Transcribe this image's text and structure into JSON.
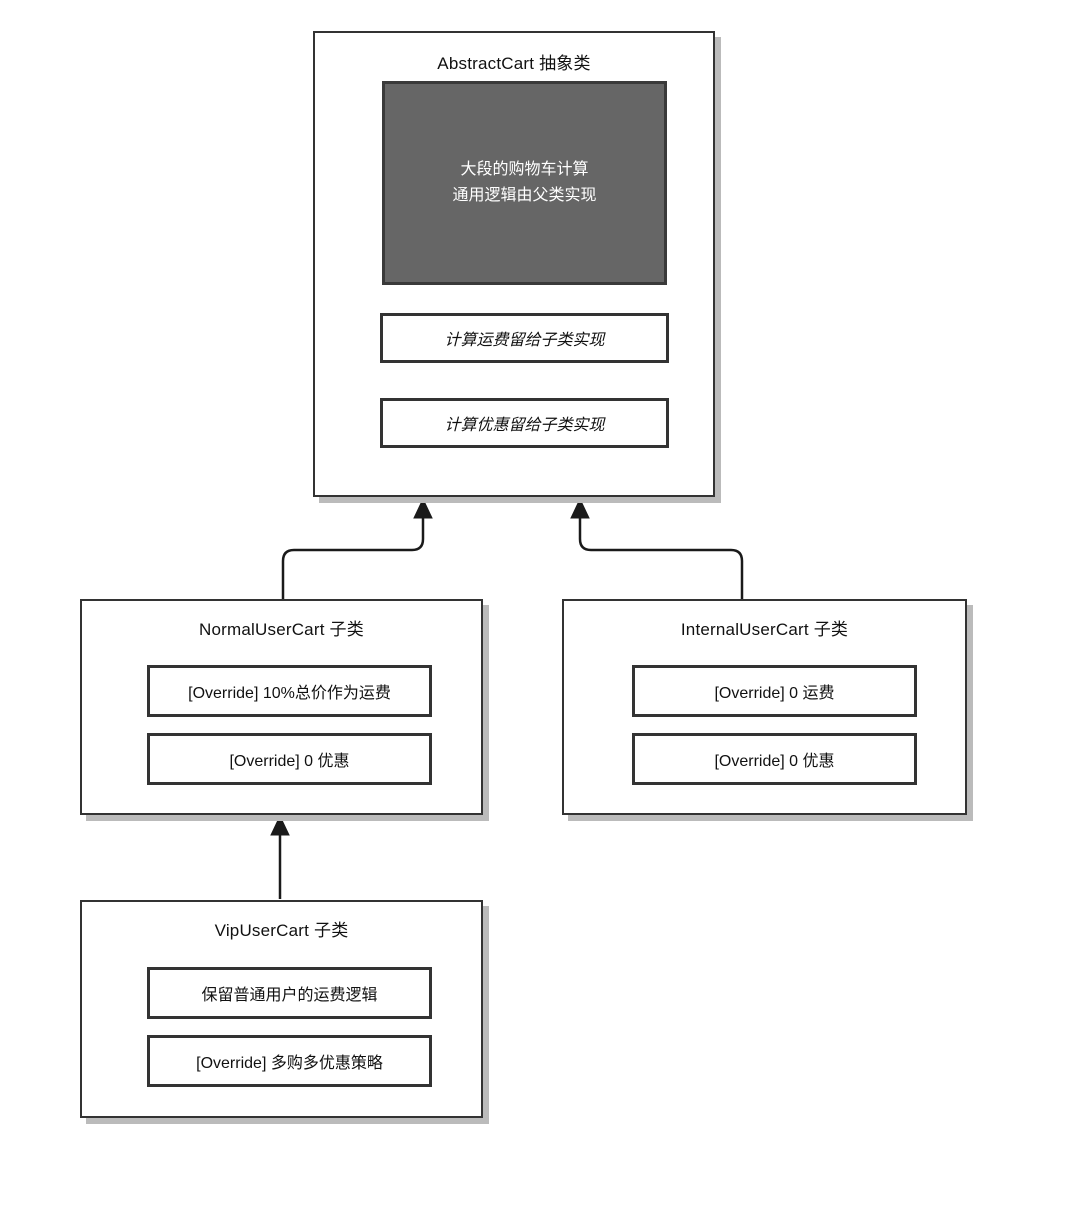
{
  "diagram": {
    "parent_class": {
      "title": "AbstractCart 抽象类",
      "common_logic_lines": [
        "大段的购物车计算",
        "通用逻辑由父类实现"
      ],
      "abstract_methods": [
        "计算运费留给子类实现",
        "计算优惠留给子类实现"
      ]
    },
    "subclasses": [
      {
        "title": "NormalUserCart 子类",
        "methods": [
          "[Override] 10%总价作为运费",
          "[Override] 0 优惠"
        ]
      },
      {
        "title": "InternalUserCart 子类",
        "methods": [
          "[Override] 0 运费",
          "[Override] 0 优惠"
        ]
      },
      {
        "title": "VipUserCart 子类",
        "methods": [
          "保留普通用户的运费逻辑",
          "[Override] 多购多优惠策略"
        ]
      }
    ],
    "colors": {
      "background": "#ffffff",
      "text": "#111111",
      "box_border": "#333333",
      "box_shadow": "#bbbbbb",
      "highlight_fill": "#666666",
      "highlight_text": "#ffffff",
      "connector": "#1a1a1a"
    }
  }
}
